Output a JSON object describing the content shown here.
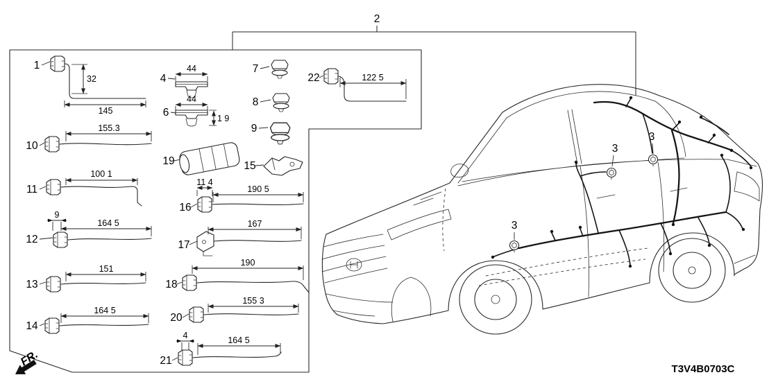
{
  "page": {
    "code": "T3V4B0703C",
    "fr": "FR.",
    "assembly_label": "2"
  },
  "parts": {
    "1": {
      "label": "1",
      "dim_v": "32",
      "dim_h": "145"
    },
    "3": {
      "label": "3"
    },
    "4": {
      "label": "4",
      "dim": "44"
    },
    "6": {
      "label": "6",
      "dim": "44",
      "dim2": "1 9"
    },
    "7": {
      "label": "7"
    },
    "8": {
      "label": "8"
    },
    "9": {
      "label": "9"
    },
    "10": {
      "label": "10",
      "dim": "155.3"
    },
    "11": {
      "label": "11",
      "dim": "100 1"
    },
    "12": {
      "label": "12",
      "dim": "9",
      "dim2": "164 5"
    },
    "13": {
      "label": "13",
      "dim": "151"
    },
    "14": {
      "label": "14",
      "dim": "164 5"
    },
    "15": {
      "label": "15"
    },
    "16": {
      "label": "16",
      "dim": "11 4",
      "dim2": "190 5"
    },
    "17": {
      "label": "17",
      "dim": "167"
    },
    "18": {
      "label": "18",
      "dim": "190"
    },
    "19": {
      "label": "19"
    },
    "20": {
      "label": "20",
      "dim": "155 3"
    },
    "21": {
      "label": "21",
      "dim": "4",
      "dim2": "164 5"
    },
    "22": {
      "label": "22",
      "dim": "122 5"
    }
  }
}
